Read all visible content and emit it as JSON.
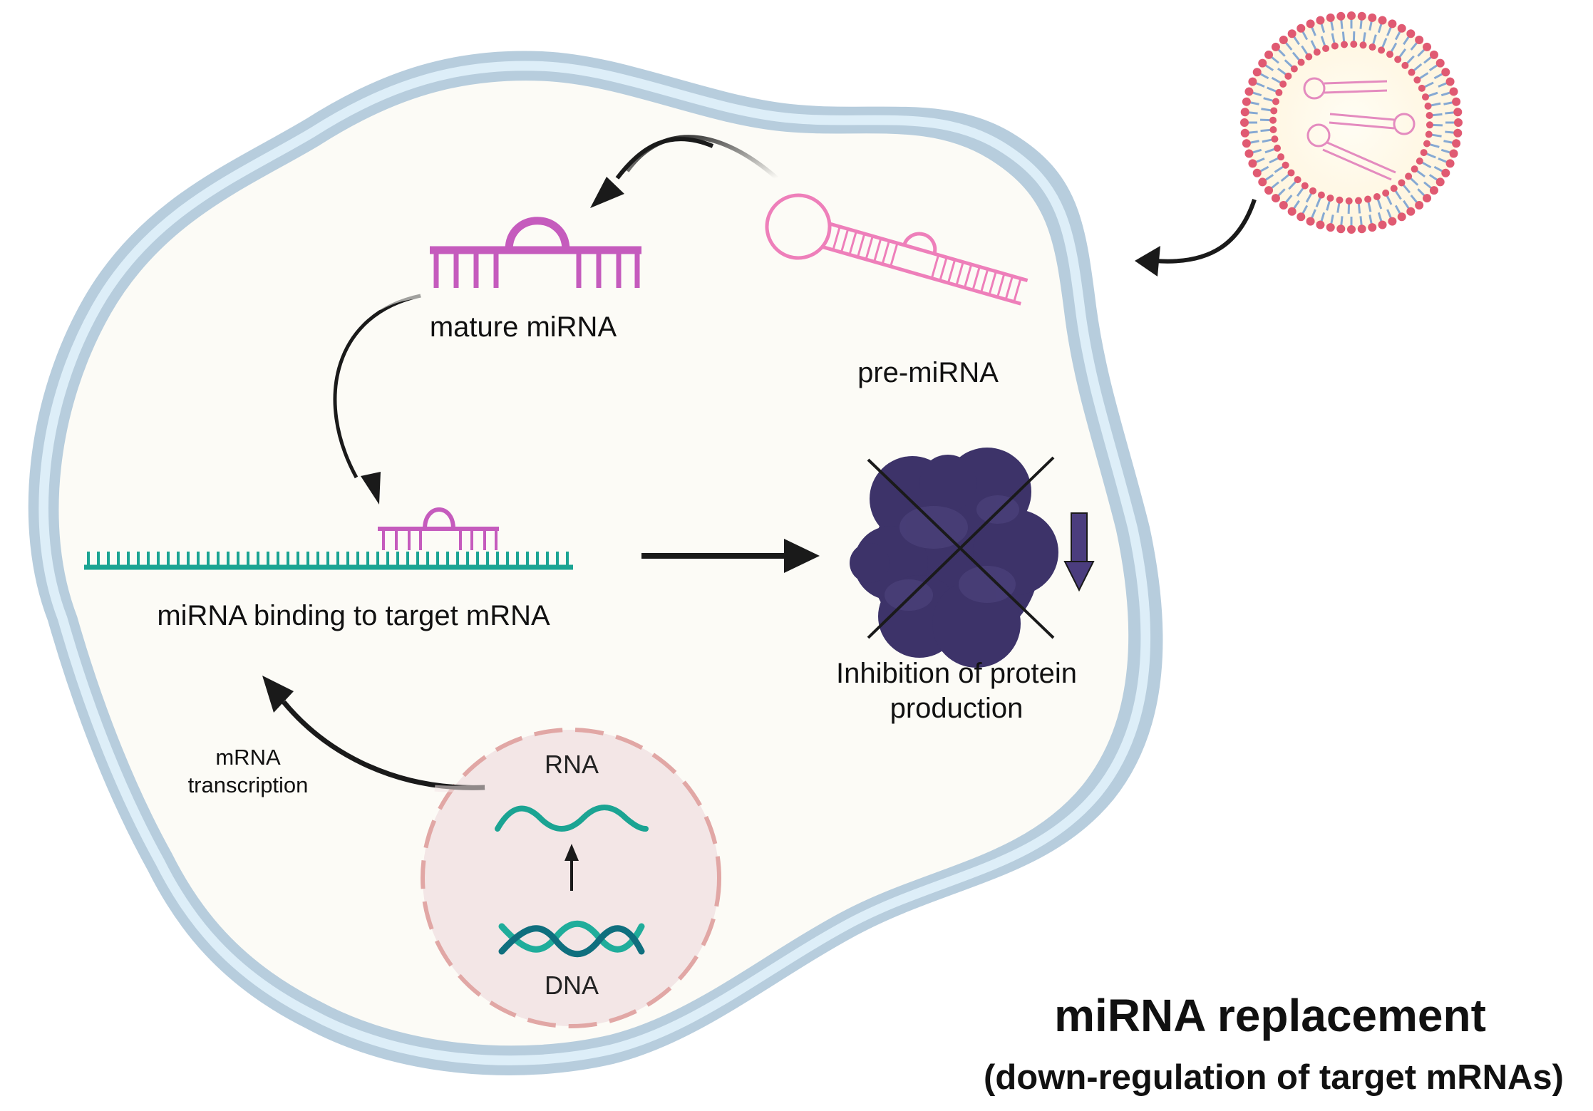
{
  "labels": {
    "mature_mirna": "mature miRNA",
    "pre_mirna": "pre-miRNA",
    "binding": "miRNA binding to target mRNA",
    "inhibition_line1": "Inhibition of protein",
    "inhibition_line2": "production",
    "mrna_transcription_line1": "mRNA",
    "mrna_transcription_line2": "transcription",
    "rna": "RNA",
    "dna": "DNA"
  },
  "title": "miRNA replacement",
  "subtitle": "(down-regulation of target mRNAs)",
  "colors": {
    "membrane_outer": "#b7cddd",
    "membrane_inner": "#ddeef8",
    "cytoplasm": "#fcfbf6",
    "mirna": "#c55bbd",
    "pre_mirna": "#ee7fba",
    "mrna": "#1ba493",
    "protein": "#3d3369",
    "nucleus_fill": "#f3e6e6",
    "nucleus_dash": "#e1a7a5",
    "dna_dark": "#0f6f7e",
    "dna_light": "#20ad9b",
    "vesicle_head": "#e05a72",
    "vesicle_tail": "#86a9d3",
    "arrow": "#1a1a1a",
    "down_arrow": "#4b3d7e"
  }
}
